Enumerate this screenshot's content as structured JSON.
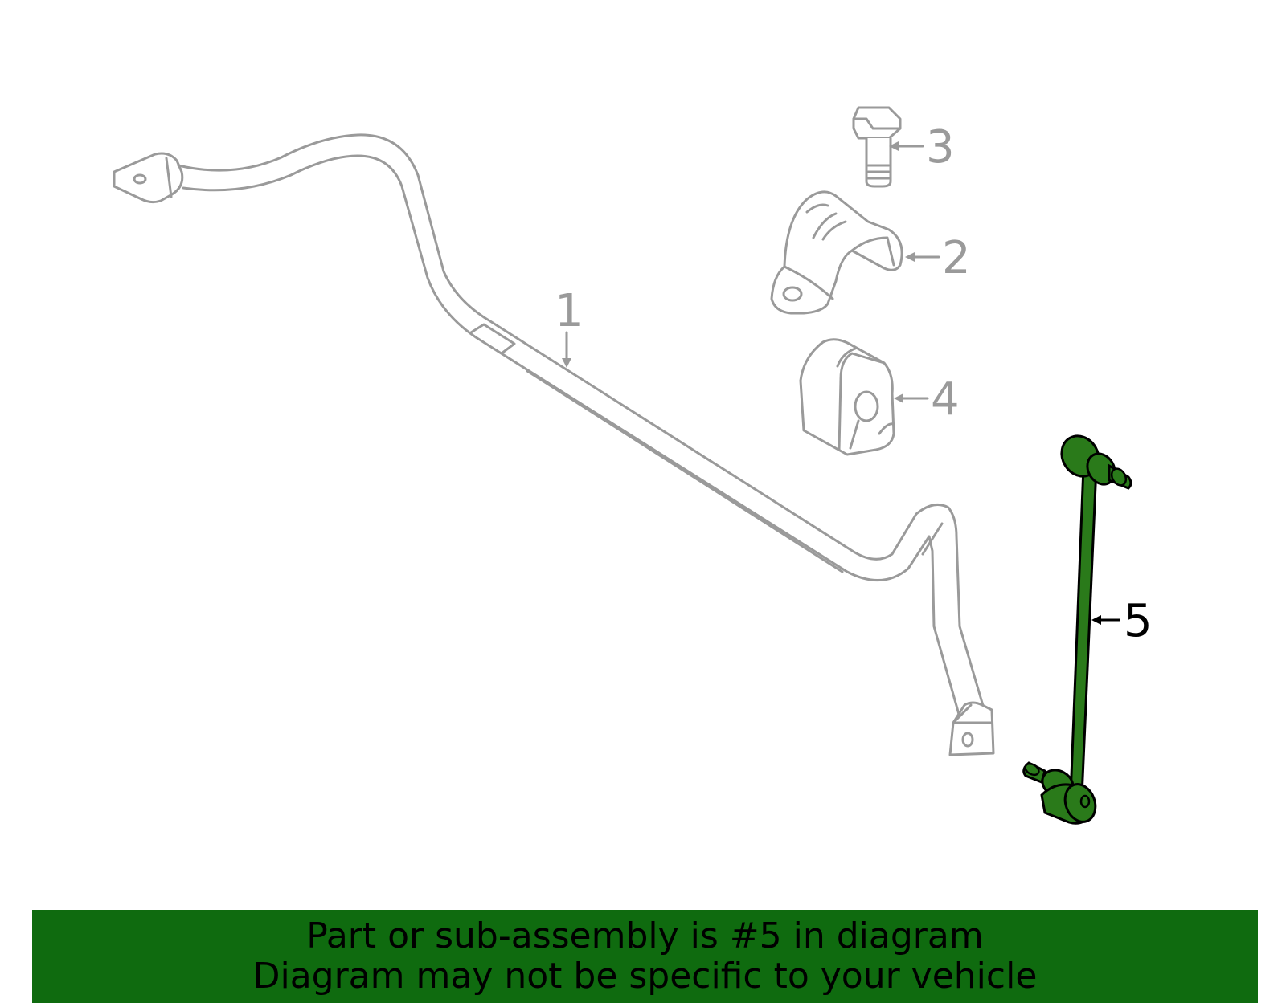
{
  "diagram": {
    "colors": {
      "outline": "#9a9a9a",
      "highlight": "#1f6b1f",
      "highlight_fill": "#2a7a1a",
      "banner_bg": "#0f6b0f",
      "callout_highlight": "#000000"
    },
    "callouts": [
      {
        "id": "1",
        "label": "1",
        "highlighted": false
      },
      {
        "id": "2",
        "label": "2",
        "highlighted": false
      },
      {
        "id": "3",
        "label": "3",
        "highlighted": false
      },
      {
        "id": "4",
        "label": "4",
        "highlighted": false
      },
      {
        "id": "5",
        "label": "5",
        "highlighted": true
      }
    ]
  },
  "banner": {
    "line1": "Part or sub-assembly is #5 in diagram",
    "line2": "Diagram may not be specific to your vehicle"
  }
}
